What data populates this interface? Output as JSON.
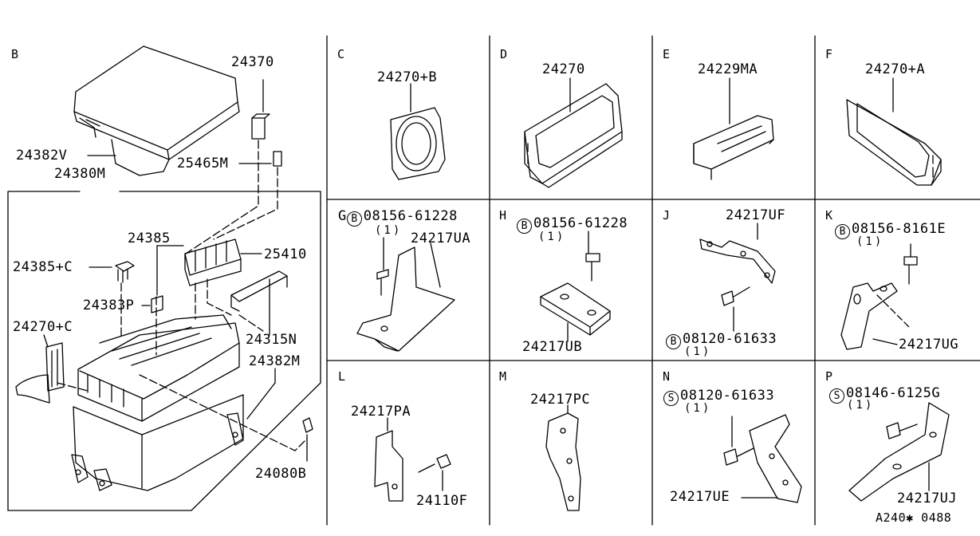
{
  "sections": {
    "B": {
      "letter": "B",
      "labels": {
        "l24370": "24370",
        "l24382V": "24382V",
        "l25465M": "25465M",
        "l24380M": "24380M",
        "l24385": "24385",
        "l25410": "25410",
        "l24385C": "24385+C",
        "l24383P": "24383P",
        "l24270C": "24270+C",
        "l24315N": "24315N",
        "l24382M": "24382M",
        "l24080B": "24080B"
      }
    },
    "C": {
      "letter": "C",
      "part": "24270+B"
    },
    "D": {
      "letter": "D",
      "part": "24270"
    },
    "E": {
      "letter": "E",
      "part": "24229MA"
    },
    "F": {
      "letter": "F",
      "part": "24270+A"
    },
    "G": {
      "letter": "G",
      "bolt_symbol": "B",
      "bolt": "08156-61228",
      "qty": "(1)",
      "part": "24217UA"
    },
    "H": {
      "letter": "H",
      "bolt_symbol": "B",
      "bolt": "08156-61228",
      "qty": "(1)",
      "part": "24217UB"
    },
    "J": {
      "letter": "J",
      "part": "24217UF",
      "bolt_symbol": "B",
      "bolt": "08120-61633",
      "qty": "(1)"
    },
    "K": {
      "letter": "K",
      "bolt_symbol": "B",
      "bolt": "08156-8161E",
      "qty": "(1)",
      "part": "24217UG"
    },
    "L": {
      "letter": "L",
      "part": "24217PA",
      "bolt": "24110F"
    },
    "M": {
      "letter": "M",
      "part": "24217PC"
    },
    "N": {
      "letter": "N",
      "bolt_symbol": "S",
      "bolt": "08120-61633",
      "qty": "(1)",
      "part": "24217UE"
    },
    "P": {
      "letter": "P",
      "bolt_symbol": "S",
      "bolt": "08146-6125G",
      "qty": "(1)",
      "part": "24217UJ"
    }
  },
  "diagram_code": "A240✱ 0488"
}
